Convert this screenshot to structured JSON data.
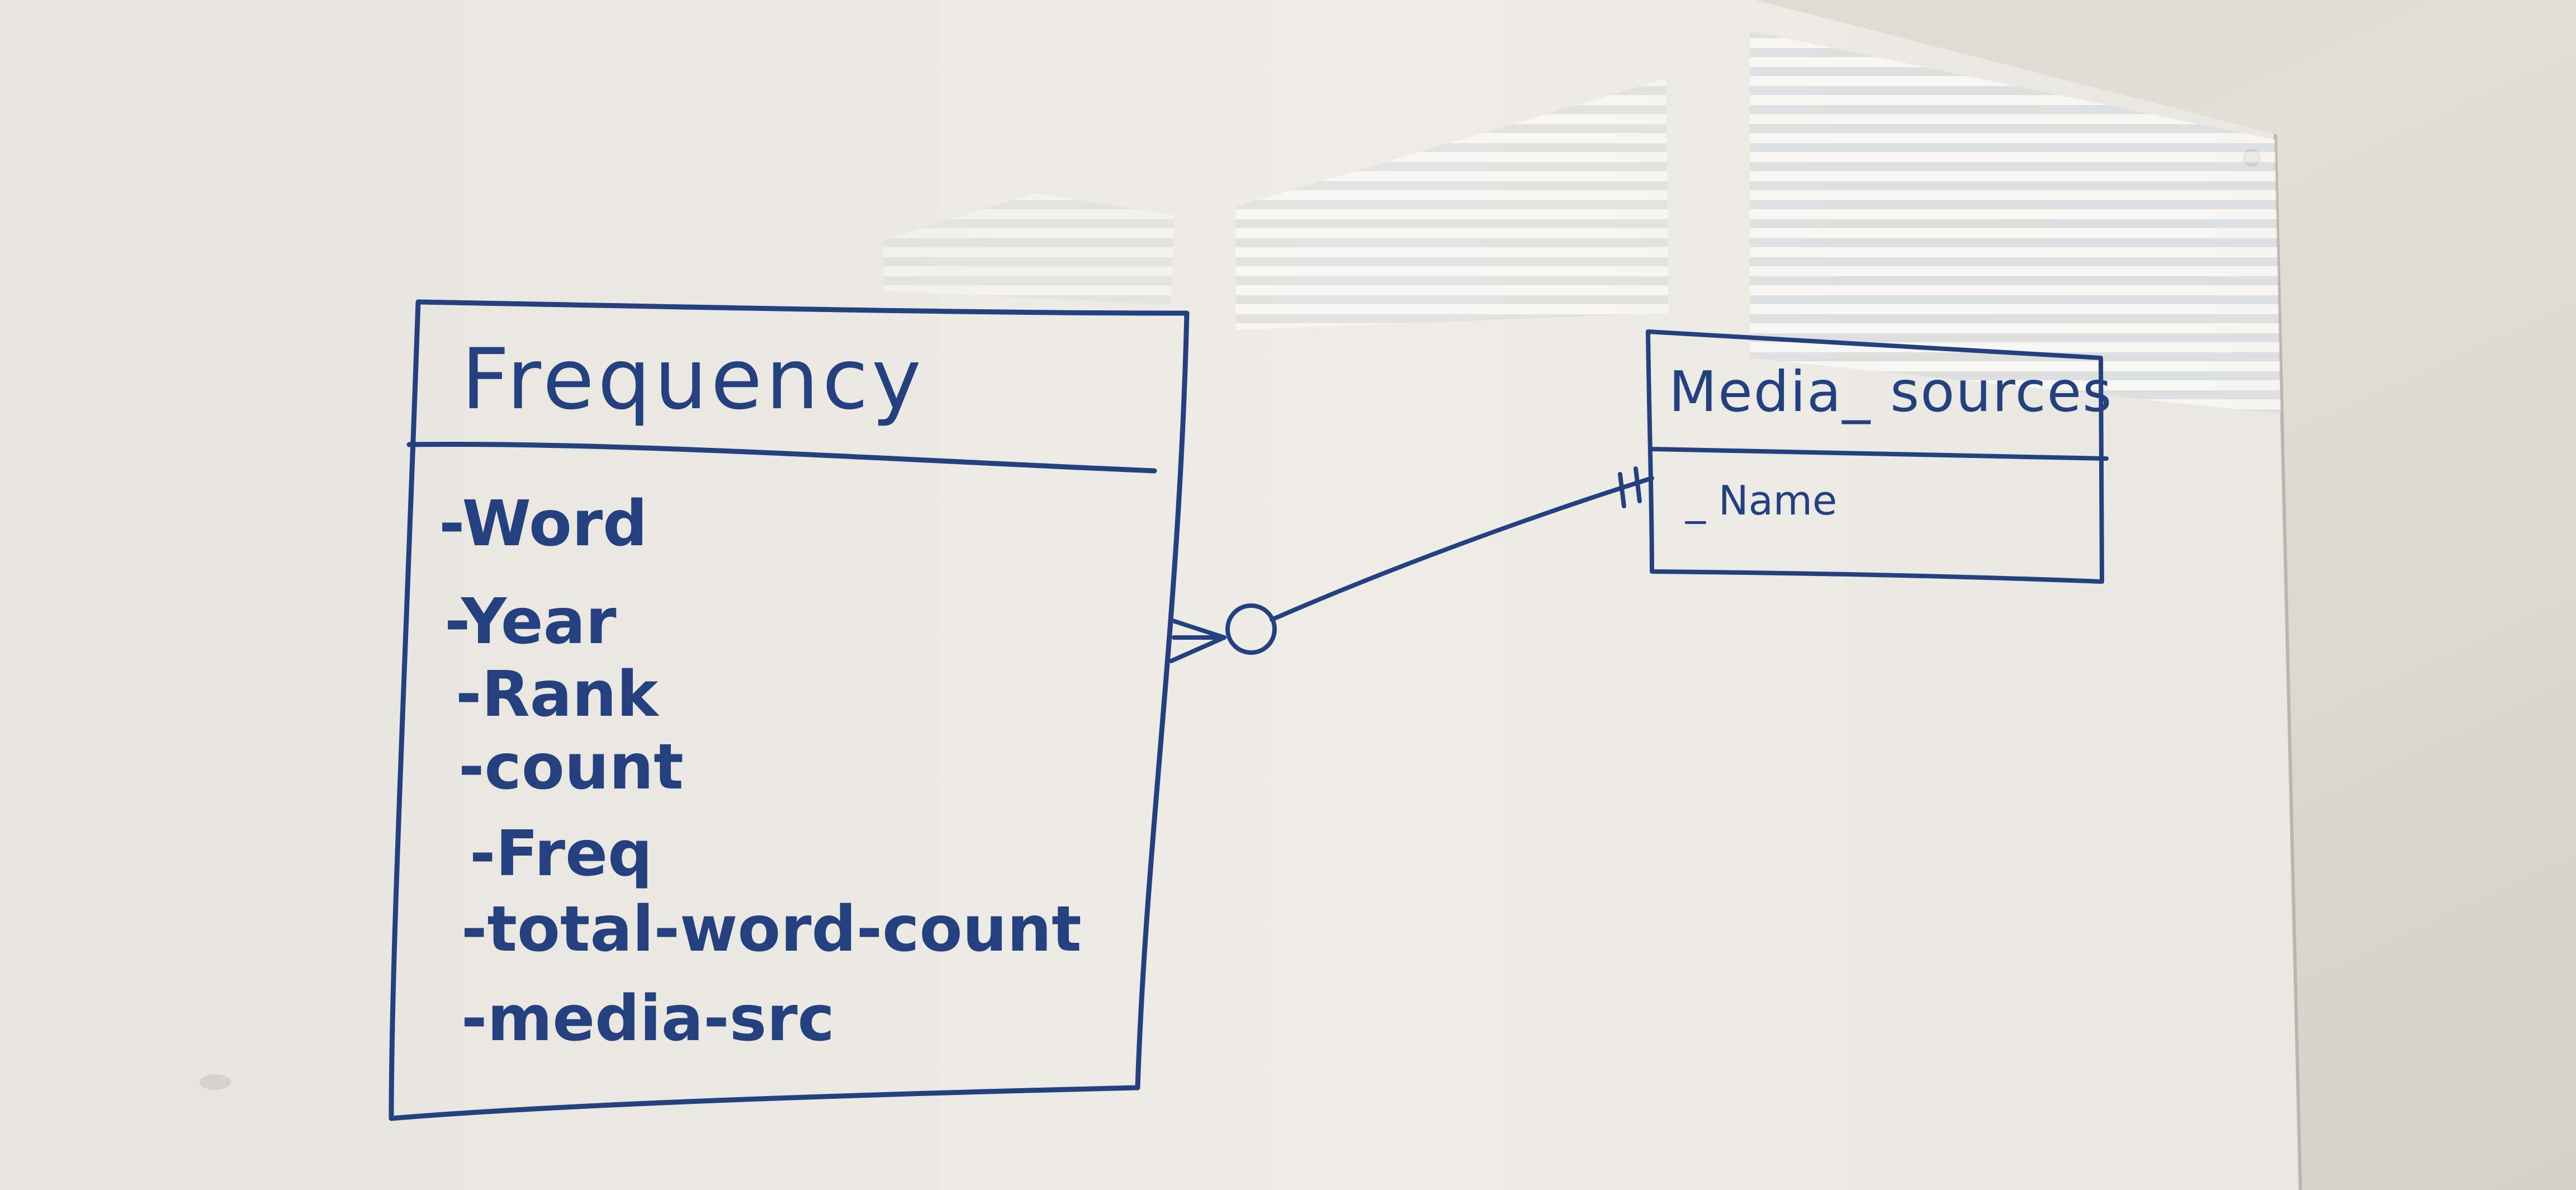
{
  "diagram": {
    "type": "entity-relationship",
    "entities": [
      {
        "name": "Frequency",
        "title": "Frequency",
        "attributes": [
          "-Word",
          "-Year",
          "-Rank",
          "-count",
          "-Freq",
          "-total-word-count",
          "-media-src"
        ]
      },
      {
        "name": "Media_sources",
        "title": "Media_ sources",
        "attributes": [
          "_ Name"
        ]
      }
    ],
    "relationships": [
      {
        "from": "Frequency",
        "to": "Media_sources",
        "from_cardinality": "zero-or-many",
        "to_cardinality": "exactly-one"
      }
    ]
  },
  "colors": {
    "marker_ink": "#24407f",
    "whiteboard": "#eceae4",
    "wall": "#d9d5cc"
  }
}
